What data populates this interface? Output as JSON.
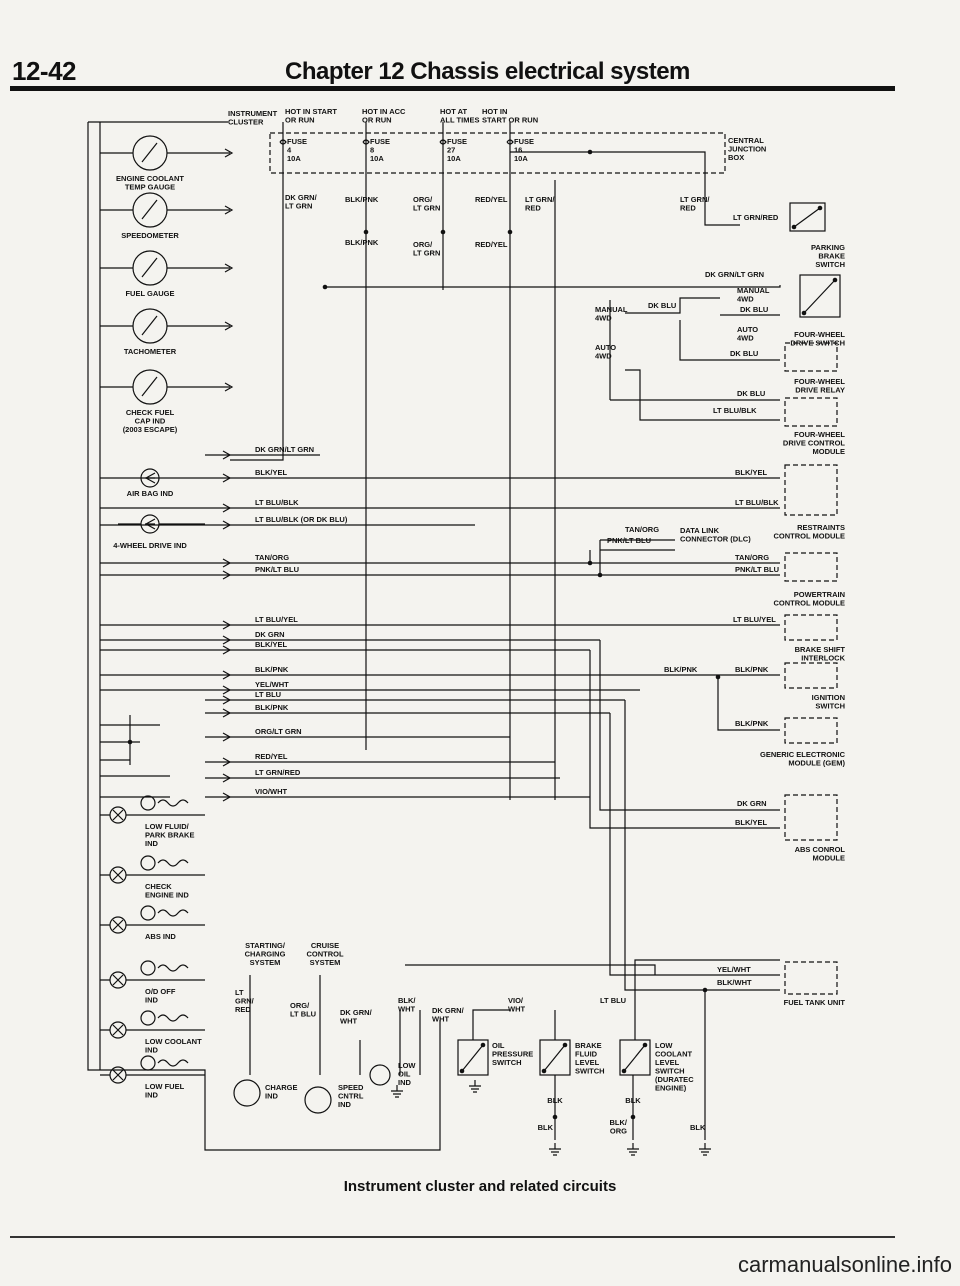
{
  "header": {
    "page_number": "12-42",
    "chapter_title": "Chapter 12  Chassis electrical system"
  },
  "caption": "Instrument cluster and related circuits",
  "watermark": "carmanualsonline.info",
  "top": {
    "cluster_label": [
      "INSTRUMENT",
      "CLUSTER"
    ],
    "power_labels": [
      [
        "HOT IN START",
        "OR RUN"
      ],
      [
        "HOT IN ACC",
        "OR RUN"
      ],
      [
        "HOT AT",
        "ALL TIMES"
      ],
      [
        "HOT IN",
        "START OR RUN"
      ]
    ],
    "fuses": [
      [
        "FUSE",
        "4",
        "10A"
      ],
      [
        "FUSE",
        "8",
        "10A"
      ],
      [
        "FUSE",
        "27",
        "10A"
      ],
      [
        "FUSE",
        "16",
        "10A"
      ]
    ],
    "cjb": [
      "CENTRAL",
      "JUNCTION",
      "BOX"
    ]
  },
  "gauges": [
    [
      "ENGINE COOLANT",
      "TEMP GAUGE"
    ],
    [
      "SPEEDOMETER"
    ],
    [
      "FUEL GAUGE"
    ],
    [
      "TACHOMETER"
    ],
    [
      "CHECK FUEL",
      "CAP IND",
      "(2003 ESCAPE)"
    ]
  ],
  "indicators": {
    "airbag": "AIR BAG IND",
    "fwd": "4-WHEEL DRIVE IND"
  },
  "lamps": [
    [
      "LOW FLUID/",
      "PARK BRAKE",
      "IND"
    ],
    [
      "CHECK",
      "ENGINE IND"
    ],
    [
      "ABS IND"
    ],
    [
      "O/D OFF",
      "IND"
    ],
    [
      "LOW COOLANT",
      "IND"
    ],
    [
      "LOW FUEL",
      "IND"
    ]
  ],
  "wires": {
    "dkgrn_ltgrn": [
      "DK GRN/",
      "LT GRN"
    ],
    "blk_pnk": "BLK/PNK",
    "org_ltgrn": [
      "ORG/",
      "LT GRN"
    ],
    "red_yel": "RED/YEL",
    "ltgrn_red_v": [
      "LT GRN/",
      "RED"
    ],
    "ltgrn_red_v2": [
      "LT GRN/",
      "RED"
    ],
    "ltgrn_red": "LT GRN/RED",
    "dkgrn_ltgrn_h": "DK GRN/LT GRN",
    "dk_blu": "DK BLU",
    "lt_blu_blk": "LT BLU/BLK",
    "blk_yel": "BLK/YEL",
    "lt_blu_blk_or": "LT BLU/BLK (OR DK BLU)",
    "tan_org": "TAN/ORG",
    "pnk_lt_blu": "PNK/LT BLU",
    "lt_blu_yel": "LT BLU/YEL",
    "dk_grn": "DK GRN",
    "yel_wht": "YEL/WHT",
    "lt_blu": "LT BLU",
    "org_lt_grn": "ORG/LT GRN",
    "lt_grn_red": "LT GRN/RED",
    "vio_wht": "VIO/WHT",
    "blk_wht": "BLK/WHT",
    "ltgrn_red_b": [
      "LT",
      "GRN/",
      "RED"
    ],
    "org_ltblu": [
      "ORG/",
      "LT BLU"
    ],
    "dkgrn_wht": [
      "DK GRN/",
      "WHT"
    ],
    "blk_wht_v": [
      "BLK/",
      "WHT"
    ],
    "dkgrn_wht2": [
      "DK GRN/",
      "WHT"
    ],
    "vio_wht_v": [
      "VIO/",
      "WHT"
    ],
    "blk": "BLK",
    "blk_org": [
      "BLK/",
      "ORG"
    ]
  },
  "components": {
    "parking_brake": [
      "PARKING",
      "BRAKE",
      "SWITCH"
    ],
    "manual_4wd": [
      "MANUAL",
      "4WD"
    ],
    "auto_4wd": [
      "AUTO",
      "4WD"
    ],
    "fwd_switch": [
      "FOUR-WHEEL",
      "DRIVE SWITCH"
    ],
    "fwd_relay": [
      "FOUR-WHEEL",
      "DRIVE RELAY"
    ],
    "fwd_module": [
      "FOUR-WHEEL",
      "DRIVE CONTROL",
      "MODULE"
    ],
    "dlc": [
      "DATA LINK",
      "CONNECTOR (DLC)"
    ],
    "restraints": [
      "RESTRAINTS",
      "CONTROL MODULE"
    ],
    "pcm": [
      "POWERTRAIN",
      "CONTROL MODULE"
    ],
    "bsi": [
      "BRAKE SHIFT",
      "INTERLOCK"
    ],
    "ignition": [
      "IGNITION",
      "SWITCH"
    ],
    "gem": [
      "GENERIC ELECTRONIC",
      "MODULE (GEM)"
    ],
    "abs": [
      "ABS CONROL",
      "MODULE"
    ],
    "fuel_tank": "FUEL TANK UNIT",
    "charging": [
      "STARTING/",
      "CHARGING",
      "SYSTEM"
    ],
    "cruise": [
      "CRUISE",
      "CONTROL",
      "SYSTEM"
    ],
    "charge_ind": [
      "CHARGE",
      "IND"
    ],
    "speed_ind": [
      "SPEED",
      "CNTRL",
      "IND"
    ],
    "low_oil": [
      "LOW",
      "OIL",
      "IND"
    ],
    "oil_switch": [
      "OIL",
      "PRESSURE",
      "SWITCH"
    ],
    "brake_switch": [
      "BRAKE",
      "FLUID",
      "LEVEL",
      "SWITCH"
    ],
    "coolant_switch": [
      "LOW",
      "COOLANT",
      "LEVEL",
      "SWITCH",
      "(DURATEC",
      "ENGINE)"
    ]
  }
}
